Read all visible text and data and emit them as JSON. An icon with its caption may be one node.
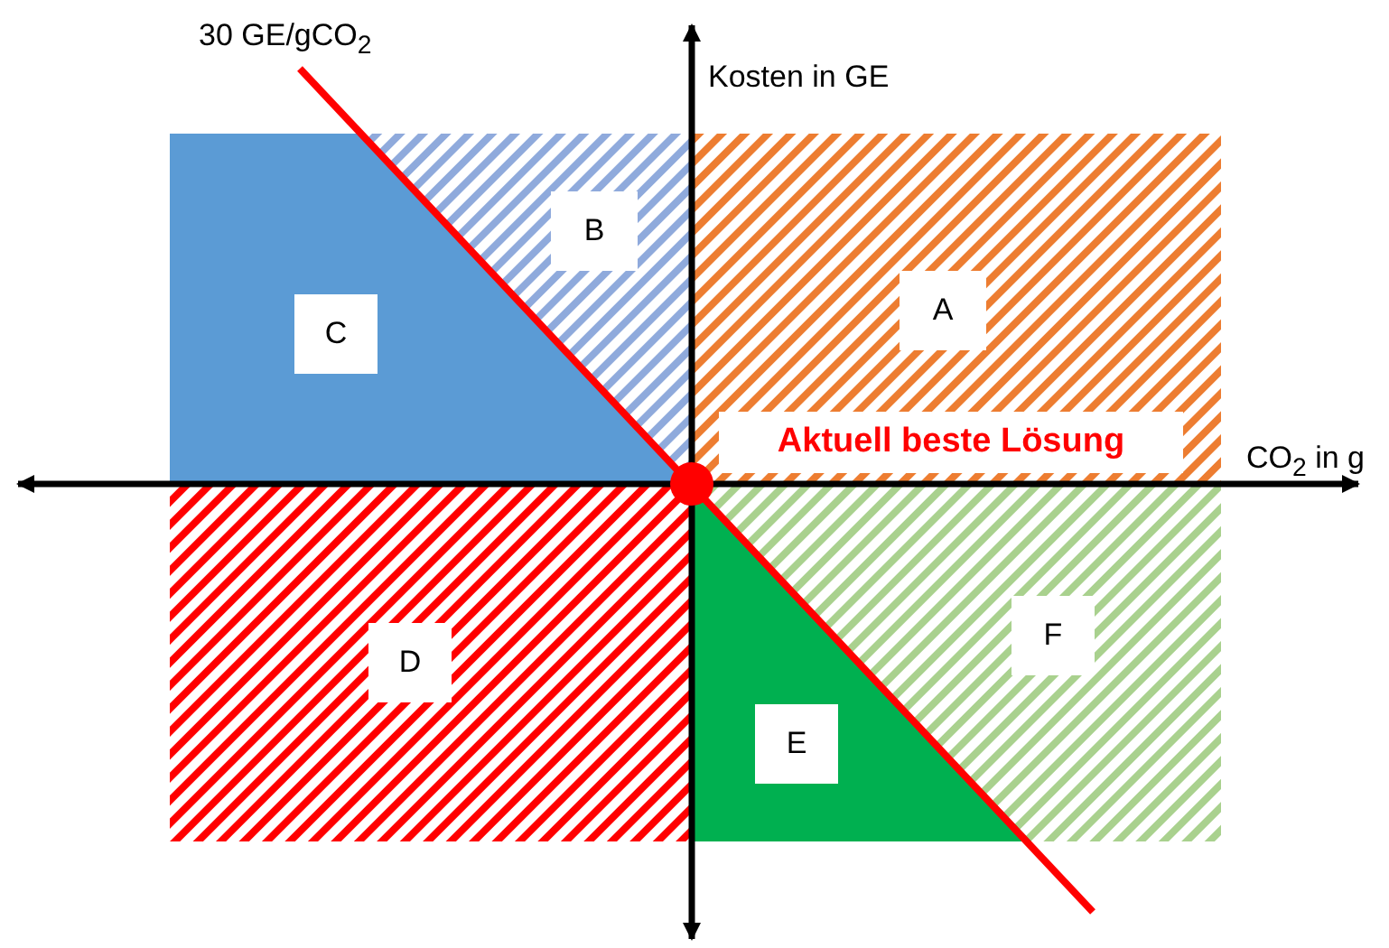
{
  "diagram": {
    "labels": [
      "30 GE/gCO$_{2}$",
      "Kosten in GE",
      "B",
      "C",
      "A",
      "Aktuell beste Lösung",
      "CO$_{2}$ in g",
      "D",
      "F",
      "E"
    ]
  }
}
